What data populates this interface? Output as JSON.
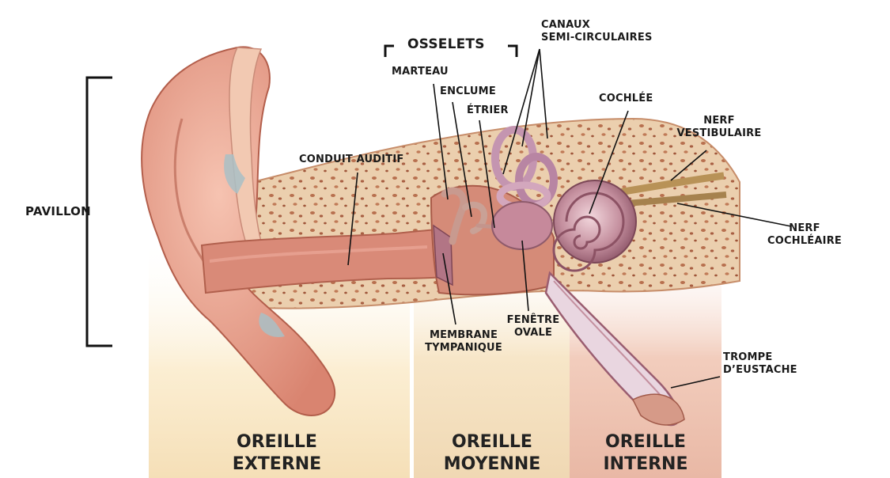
{
  "labels": {
    "pavillon": "PAVILLON",
    "osselets": "OSSELETS",
    "marteau": "MARTEAU",
    "enclume": "ENCLUME",
    "etrier": "ÉTRIER",
    "canaux_line1": "CANAUX",
    "canaux_line2": "SEMI-CIRCULAIRES",
    "cochlee": "COCHLÉE",
    "nerf_vestibulaire_line1": "NERF",
    "nerf_vestibulaire_line2": "VESTIBULAIRE",
    "nerf_cochleaire_line1": "NERF",
    "nerf_cochleaire_line2": "COCHLÉAIRE",
    "conduit_auditif": "CONDUIT AUDITIF",
    "membrane_line1": "MEMBRANE",
    "membrane_line2": "TYMPANIQUE",
    "fenetre_line1": "FENÊTRE",
    "fenetre_line2": "OVALE",
    "trompe_line1": "TROMPE",
    "trompe_line2": "D’EUSTACHE"
  },
  "sections": {
    "externe_line1": "OREILLE",
    "externe_line2": "EXTERNE",
    "moyenne_line1": "OREILLE",
    "moyenne_line2": "MOYENNE",
    "interne_line1": "OREILLE",
    "interne_line2": "INTERNE"
  },
  "colors": {
    "skin": "#e9a793",
    "skin_dark": "#c9705c",
    "bone": "#e9c9a4",
    "bone_spots": "#b96a4a",
    "canal": "#d98d7c",
    "inner_ear": "#c89aa8",
    "externe_band": "#f7e7c4",
    "moyenne_band": "#f3e0c0",
    "interne_band": "#efc5b5"
  }
}
